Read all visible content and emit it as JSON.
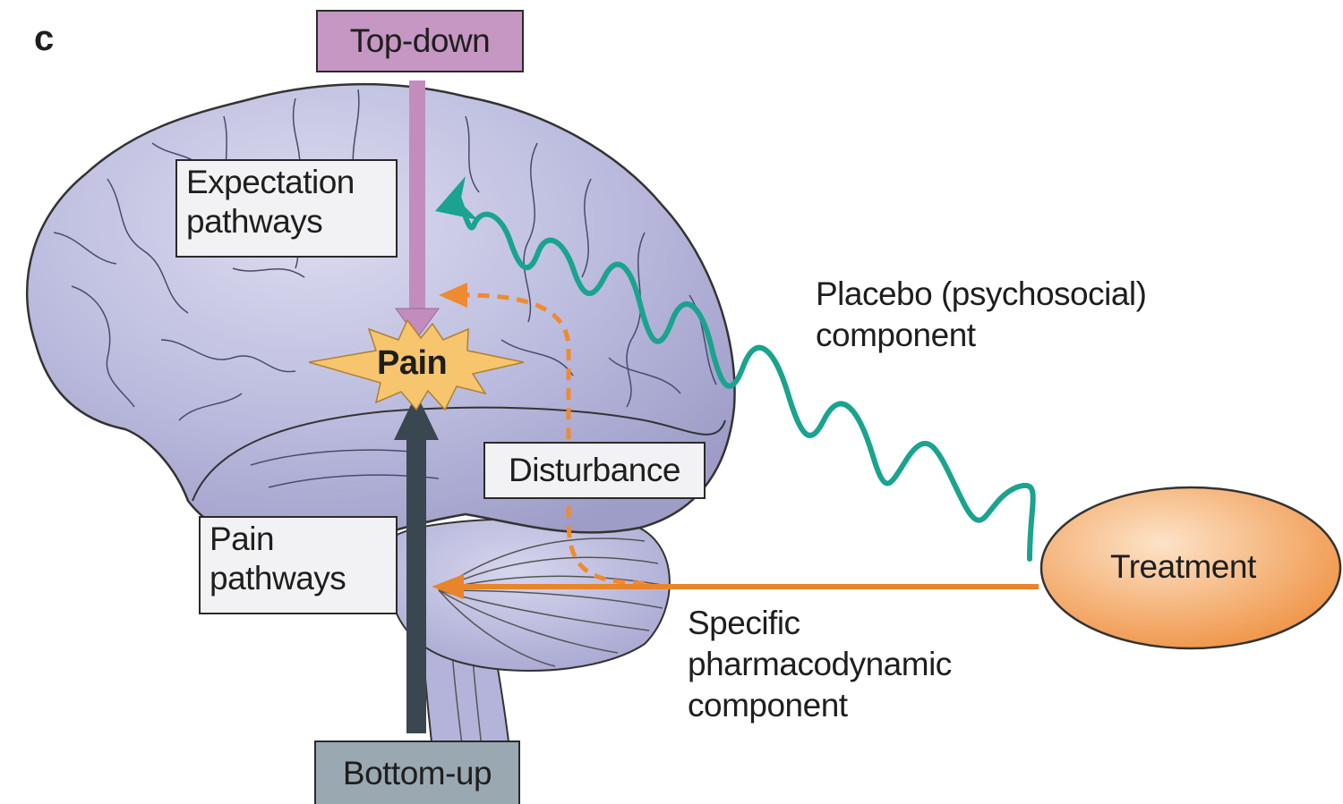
{
  "panel_letter": "c",
  "labels": {
    "top_down": "Top-down",
    "bottom_up": "Bottom-up",
    "pain": "Pain",
    "expectation_pathways": [
      "Expectation",
      "pathways"
    ],
    "pain_pathways": [
      "Pain",
      "pathways"
    ],
    "disturbance": "Disturbance",
    "placebo_component": [
      "Placebo (psychosocial)",
      "component"
    ],
    "specific_component": [
      "Specific",
      "pharmacodynamic",
      "component"
    ],
    "treatment": "Treatment"
  },
  "colors": {
    "top_down_box": "#c697c2",
    "top_down_arrow": "#c28cbd",
    "bottom_up_box": "#9aa8b1",
    "bottom_up_arrow": "#3a4650",
    "placebo_wave": "#1aa38e",
    "specific_arrow": "#e8842a",
    "disturbance_arrow": "#ef8a30",
    "treatment_fill": "#f3a560",
    "pain_star": "#f7c56e",
    "brain": "#b8b8dc"
  }
}
